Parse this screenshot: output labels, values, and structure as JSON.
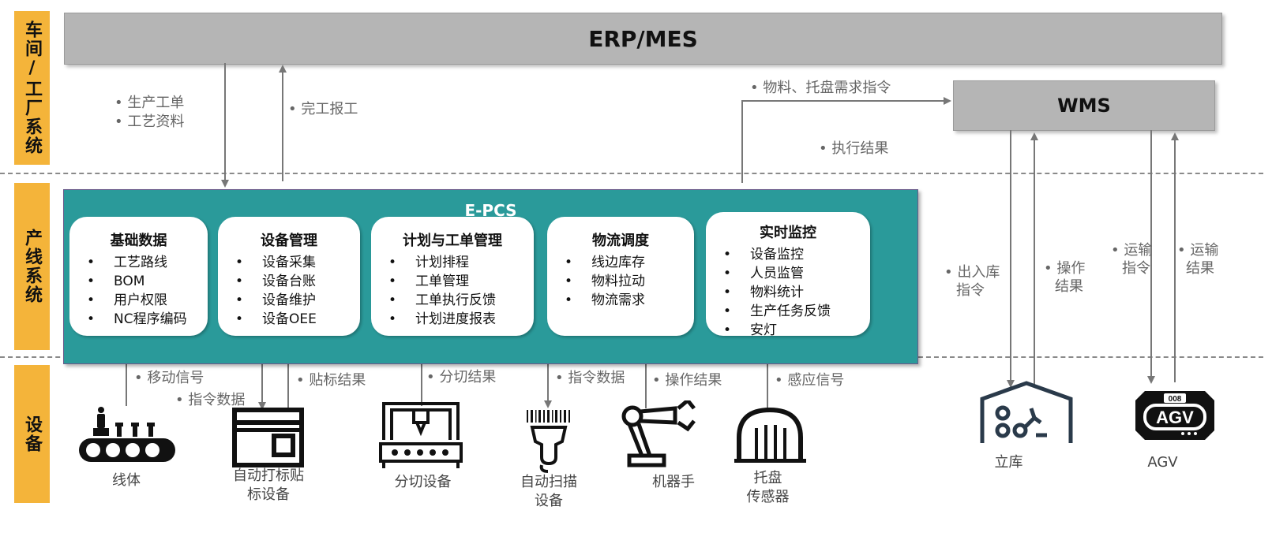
{
  "lanes": {
    "workshop": "车间/工厂系统",
    "line": "产线系统",
    "device": "设备"
  },
  "erp": "ERP/MES",
  "wms": "WMS",
  "epcs": {
    "title": "E-PCS",
    "modules": [
      {
        "title": "基础数据",
        "items": [
          "工艺路线",
          "BOM",
          "用户权限",
          "NC程序编码"
        ]
      },
      {
        "title": "设备管理",
        "items": [
          "设备采集",
          "设备台账",
          "设备维护",
          "设备OEE"
        ]
      },
      {
        "title": "计划与工单管理",
        "items": [
          "计划排程",
          "工单管理",
          "工单执行反馈",
          "计划进度报表"
        ]
      },
      {
        "title": "物流调度",
        "items": [
          "线边库存",
          "物料拉动",
          "物流需求"
        ]
      },
      {
        "title": "实时监控",
        "items": [
          "设备监控",
          "人员监管",
          "物料统计",
          "生产任务反馈",
          "安灯"
        ]
      }
    ]
  },
  "flows": {
    "production_order": "• 生产工单",
    "process_data": "• 工艺资料",
    "completion_report": "• 完工报工",
    "material_request": "• 物料、托盘需求指令",
    "exec_result": "• 执行结果",
    "inout_cmd_1": "• 出入库",
    "inout_cmd_2": "指令",
    "op_result_1": "• 操作",
    "op_result_2": "结果",
    "transport_cmd_1": "• 运输",
    "transport_cmd_2": "指令",
    "transport_result_1": "• 运输",
    "transport_result_2": "结果",
    "move_signal": "• 移动信号",
    "cmd_data_1": "• 指令数据",
    "label_result": "• 贴标结果",
    "cut_result": "• 分切结果",
    "cmd_data_2": "• 指令数据",
    "op_result_3": "• 操作结果",
    "sense_signal": "• 感应信号"
  },
  "devices": {
    "line_body": "线体",
    "labeler_1": "自动打标贴",
    "labeler_2": "标设备",
    "cutter": "分切设备",
    "scanner_1": "自动扫描",
    "scanner_2": "设备",
    "robot": "机器手",
    "tray_1": "托盘",
    "tray_2": "传感器",
    "warehouse": "立库",
    "agv": "AGV",
    "agv_badge": "AGV",
    "agv_number": "008"
  },
  "colors": {
    "lane": "#f4b43a",
    "epcs": "#2a9a9a",
    "box": "#b5b5b5",
    "arrow": "#777777"
  }
}
